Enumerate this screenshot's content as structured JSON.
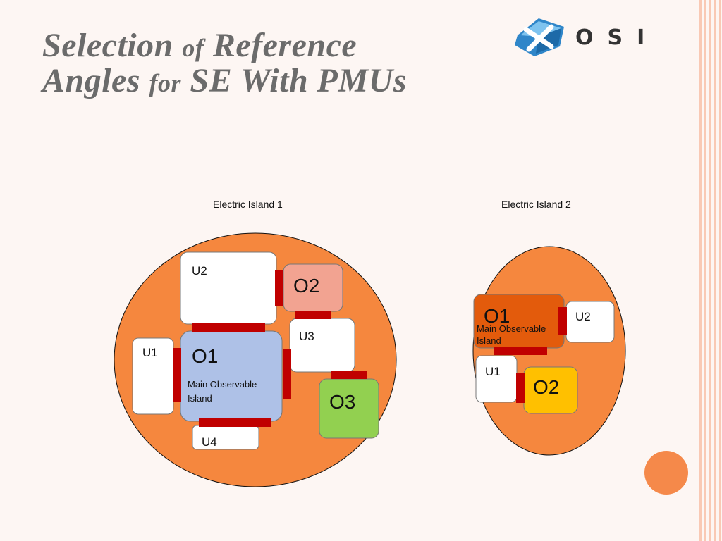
{
  "slide": {
    "title_line1_words": [
      "Selection",
      "of",
      "Reference"
    ],
    "title_line2_words": [
      "Angles",
      "for",
      "SE",
      "With",
      "PMUs"
    ],
    "logo_text": "OSI"
  },
  "island1": {
    "label": "Electric Island 1",
    "u2": "U2",
    "o2": "O2",
    "u3": "U3",
    "u1": "U1",
    "o1": "O1",
    "o1_sub_line1": "Main Observable",
    "o1_sub_line2": "Island",
    "o3": "O3",
    "u4": "U4"
  },
  "island2": {
    "label": "Electric Island 2",
    "o1": "O1",
    "o1_sub_line1": "Main Observable",
    "o1_sub_line2": "Island",
    "u2": "U2",
    "u1": "U1",
    "o2": "O2"
  },
  "colors": {
    "island_fill": "#f5873e",
    "connector": "#c00000",
    "o1_island1": "#aec1e7",
    "o2_island1": "#f2a391",
    "o3_island1": "#92d050",
    "o1_island2": "#e35b0c",
    "o2_island2": "#ffc000",
    "unobservable": "#ffffff"
  }
}
